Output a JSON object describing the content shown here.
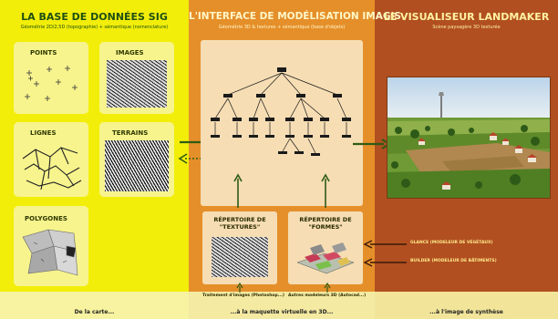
{
  "panels": {
    "left": {
      "title": "LA BASE DE DONNÉES SIG",
      "subtitle": "Géométrie 2D/2,5D (topographie) + sémantique (nomenclature)",
      "cards": [
        {
          "id": "points",
          "label": "POINTS"
        },
        {
          "id": "images",
          "label": "IMAGES"
        },
        {
          "id": "lignes",
          "label": "LIGNES"
        },
        {
          "id": "terrains",
          "label": "TERRAINS"
        },
        {
          "id": "polygones",
          "label": "POLYGONES"
        }
      ]
    },
    "middle": {
      "title": "L'INTERFACE DE MODÉLISATION IMAGIS",
      "subtitle": "Géométrie 3D & textures + sémantique (base d'objets)",
      "rep_textures": "RÉPERTOIRE DE \"TEXTURES\"",
      "rep_formes": "RÉPERTOIRE DE \"FORMES\"",
      "note_textures": "Traitement d'images (Photoshop...)",
      "note_formes": "Autres modeleurs 3D (Autocad...)"
    },
    "right": {
      "title": "LE VISUALISEUR LANDMAKER",
      "subtitle": "Scène paysagère 3D texturée",
      "note_1": "GLANCE (MODELEUR DE VÉGÉTAUX)",
      "note_2": "BUILDER (MODELEUR DE BÂTIMENTS)"
    }
  },
  "footer": {
    "left": "De la carte...",
    "middle": "...à la maquette virtuelle en 3D...",
    "right": "...à l'image de synthèse"
  },
  "colors": {
    "yellow": "#f2ee0a",
    "yellow_card": "#f7f48e",
    "orange": "#e58f2a",
    "orange_card": "#f6ddb4",
    "brown": "#b14f20",
    "green_arrow": "#2f5b14",
    "title_yellow": "#1f4f12",
    "title_orange": "#fff7c8",
    "title_brown": "#fff2a0"
  }
}
